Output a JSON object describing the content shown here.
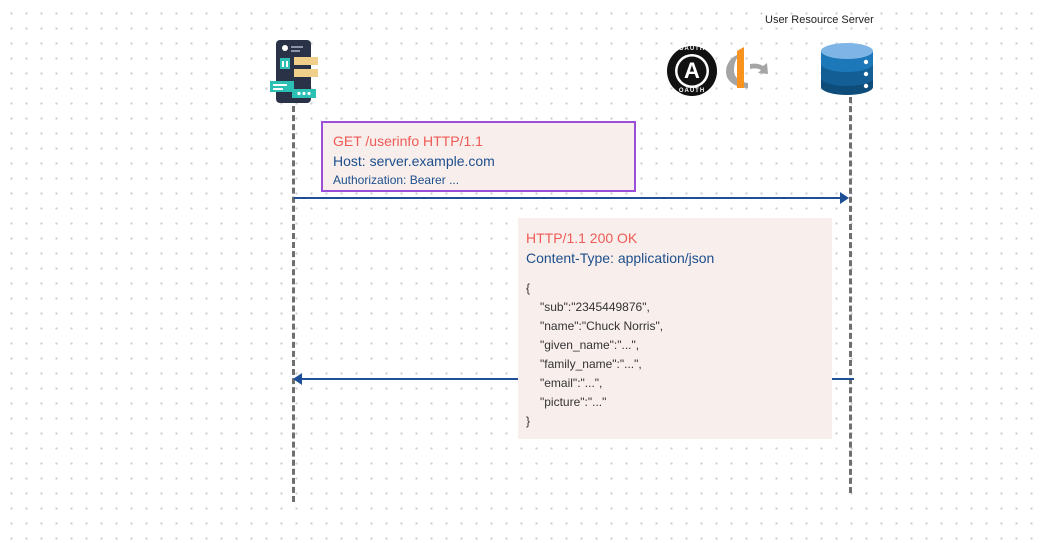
{
  "server": {
    "label": "User Resource Server"
  },
  "colors": {
    "arrow": "#1f4f97",
    "request_border": "#9b4fd9",
    "box_fill": "#f8eeec",
    "status_text": "#ee5a55",
    "header_text": "#1d4f8c",
    "lifeline": "#6f6f6f"
  },
  "icons": {
    "client": "mobile-app-icon",
    "oauth": "oauth-logo-icon",
    "openid": "openid-logo-icon",
    "server": "database-icon"
  },
  "oauth_badge": {
    "letter": "A",
    "top_text": "OAUTH",
    "bottom_text": "OAUTH"
  },
  "request": {
    "line1": "GET /userinfo HTTP/1.1",
    "line2": "Host: server.example.com",
    "line3": "Authorization: Bearer ..."
  },
  "response": {
    "status": "HTTP/1.1 200 OK",
    "content_type": "Content-Type: application/json",
    "body_open": "{",
    "body_lines": [
      "\"sub\":\"2345449876\",",
      "\"name\":\"Chuck Norris\",",
      "\"given_name\":\"...\",",
      "\"family_name\":\"...\",",
      "\"email\":\"...\",",
      "\"picture\":\"...\""
    ],
    "body_close": "}"
  }
}
